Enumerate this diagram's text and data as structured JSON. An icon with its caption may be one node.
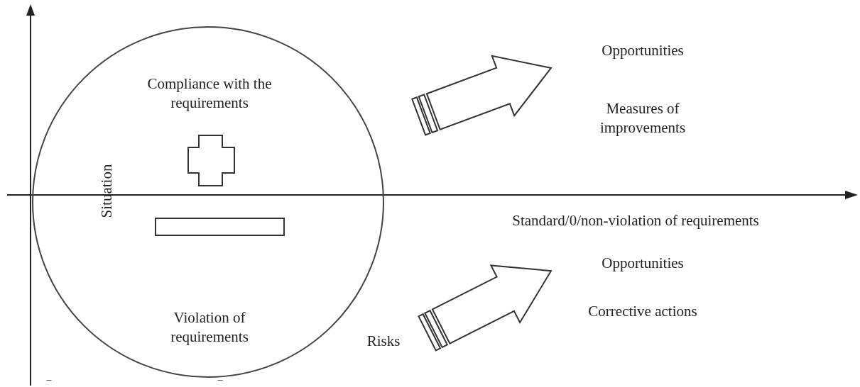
{
  "diagram": {
    "nodes": [
      {
        "text": [
          "Compliance with the requirements",
          "Violation of requirements"
        ]
      },
      {
        "text": [
          "Opportunities",
          "Measures of improvements"
        ]
      },
      {
        "text": [
          "Opportunities",
          "Corrective actions"
        ]
      }
    ],
    "edges": [
      {
        "from": 0,
        "to": 1,
        "arrow": "to",
        "style": "thick"
      },
      {
        "from": 0,
        "to": 2,
        "arrow": "to",
        "style": "thick"
      }
    ],
    "labels": [
      "Situation",
      "Standard/0/non-violation of requirements",
      "Risks",
      "–",
      "–"
    ]
  }
}
